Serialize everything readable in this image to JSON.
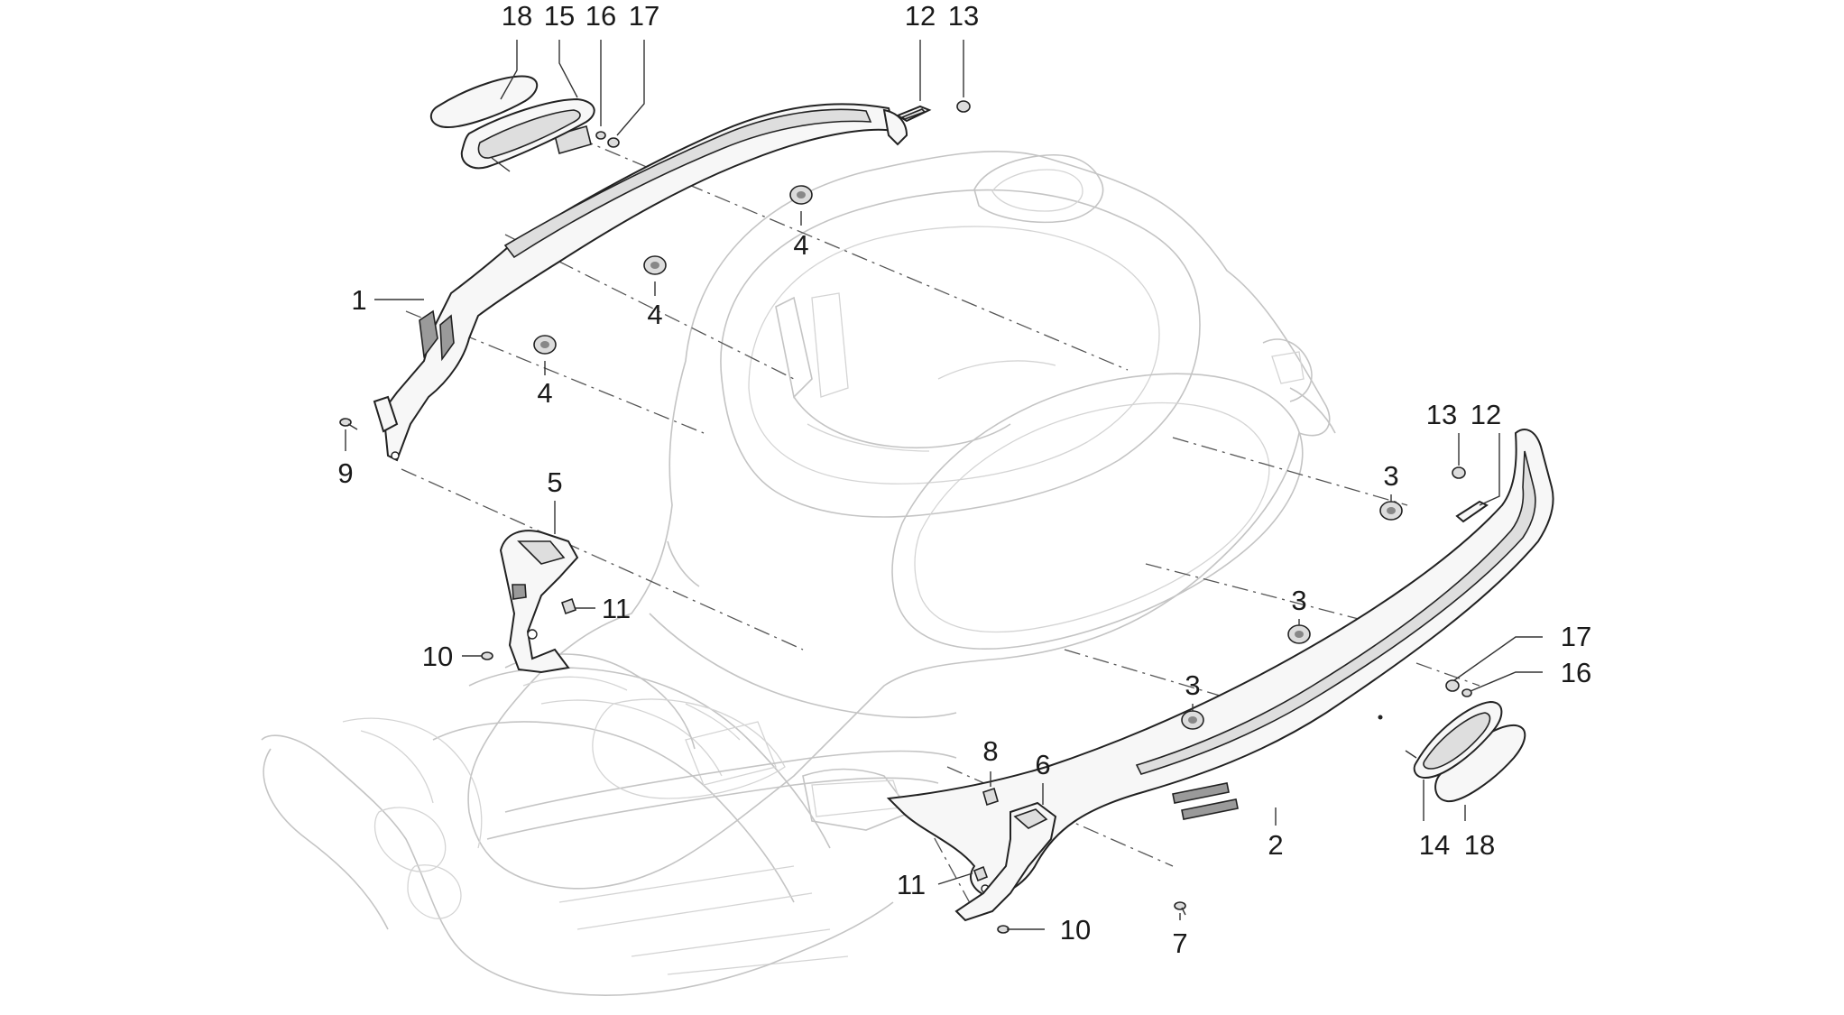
{
  "diagram": {
    "labels": [
      {
        "id": "l18a",
        "text": "18"
      },
      {
        "id": "l15",
        "text": "15"
      },
      {
        "id": "l16a",
        "text": "16"
      },
      {
        "id": "l17a",
        "text": "17"
      },
      {
        "id": "l12a",
        "text": "12"
      },
      {
        "id": "l13a",
        "text": "13"
      },
      {
        "id": "l1",
        "text": "1"
      },
      {
        "id": "l4a",
        "text": "4"
      },
      {
        "id": "l4b",
        "text": "4"
      },
      {
        "id": "l4c",
        "text": "4"
      },
      {
        "id": "l9",
        "text": "9"
      },
      {
        "id": "l5",
        "text": "5"
      },
      {
        "id": "l11a",
        "text": "11"
      },
      {
        "id": "l10a",
        "text": "10"
      },
      {
        "id": "l13b",
        "text": "13"
      },
      {
        "id": "l12b",
        "text": "12"
      },
      {
        "id": "l3a",
        "text": "3"
      },
      {
        "id": "l3b",
        "text": "3"
      },
      {
        "id": "l3c",
        "text": "3"
      },
      {
        "id": "l17b",
        "text": "17"
      },
      {
        "id": "l16b",
        "text": "16"
      },
      {
        "id": "l8",
        "text": "8"
      },
      {
        "id": "l6",
        "text": "6"
      },
      {
        "id": "l2",
        "text": "2"
      },
      {
        "id": "l14",
        "text": "14"
      },
      {
        "id": "l18b",
        "text": "18"
      },
      {
        "id": "l11b",
        "text": "11"
      },
      {
        "id": "l10b",
        "text": "10"
      },
      {
        "id": "l7",
        "text": "7"
      }
    ]
  }
}
